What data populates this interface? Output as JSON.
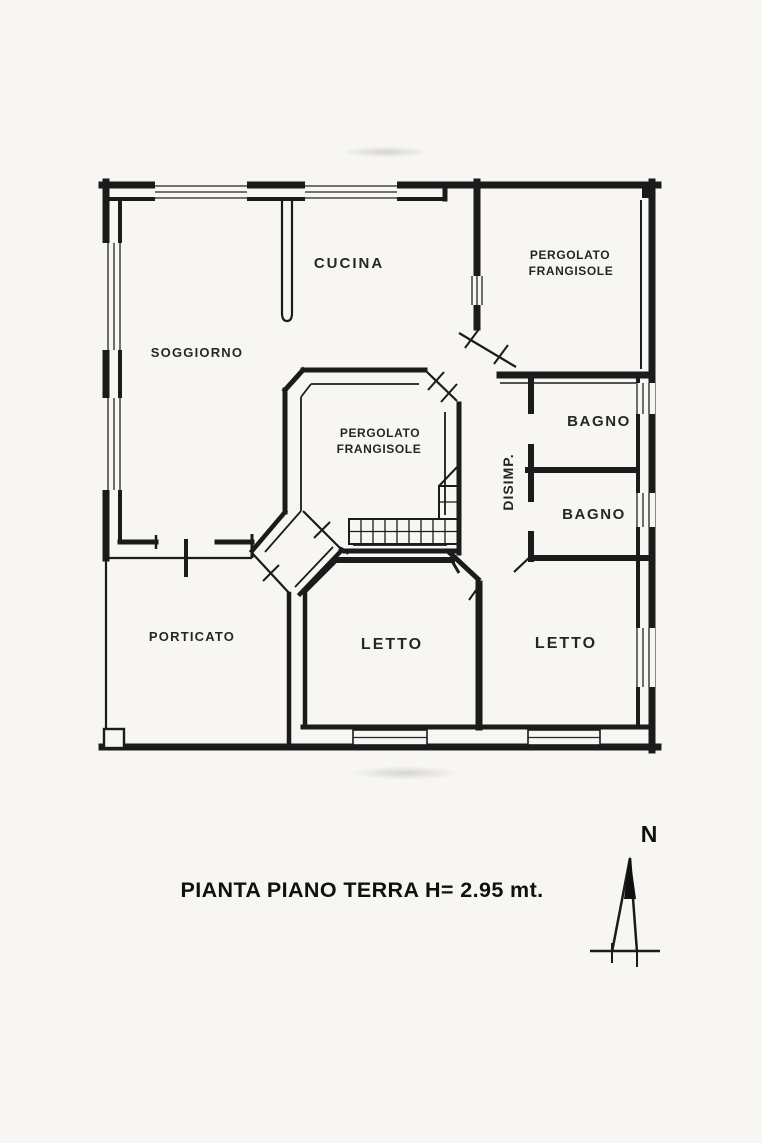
{
  "caption": {
    "text": "PIANTA PIANO TERRA H= 2.95 mt."
  },
  "compass": {
    "label": "N"
  },
  "rooms": {
    "soggiorno": {
      "label": "SOGGIORNO"
    },
    "cucina": {
      "label": "CUCINA"
    },
    "pergolato_ne": {
      "line1": "PERGOLATO",
      "line2": "FRANGISOLE"
    },
    "bagno_upper": {
      "label": "BAGNO"
    },
    "bagno_lower": {
      "label": "BAGNO"
    },
    "disimpegno": {
      "label": "DISIMP."
    },
    "pergolato_center": {
      "line1": "PERGOLATO",
      "line2": "FRANGISOLE"
    },
    "porticato": {
      "label": "PORTICATO"
    },
    "letto_left": {
      "label": "LETTO"
    },
    "letto_right": {
      "label": "LETTO"
    }
  }
}
